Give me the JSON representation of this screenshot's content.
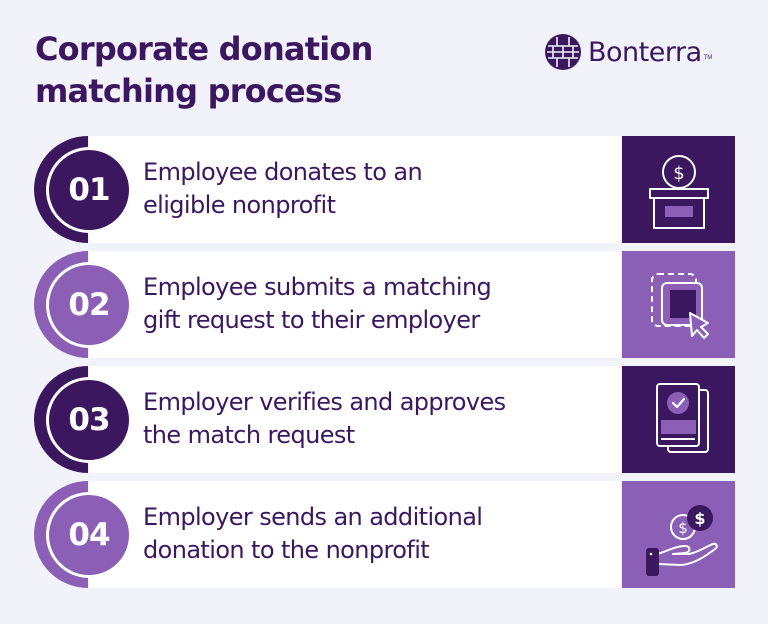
{
  "header": {
    "title_line1": "Corporate donation",
    "title_line2": "matching process"
  },
  "brand": {
    "name": "Bonterra",
    "trademark": "TM"
  },
  "colors": {
    "background": "#f2f2fb",
    "dark_purple": "#3a175f",
    "light_purple": "#8a5fb5",
    "card": "#ffffff"
  },
  "steps": [
    {
      "number": "01",
      "line1": "Employee donates to an",
      "line2": "eligible nonprofit",
      "icon": "donation-box-icon",
      "theme": "dark"
    },
    {
      "number": "02",
      "line1": "Employee submits a matching",
      "line2": "gift request to their employer",
      "icon": "select-cursor-icon",
      "theme": "light"
    },
    {
      "number": "03",
      "line1": "Employer verifies and approves",
      "line2": "the match request",
      "icon": "approved-document-icon",
      "theme": "dark"
    },
    {
      "number": "04",
      "line1": "Employer sends an additional",
      "line2": "donation to the nonprofit",
      "icon": "hand-coins-icon",
      "theme": "light"
    }
  ]
}
